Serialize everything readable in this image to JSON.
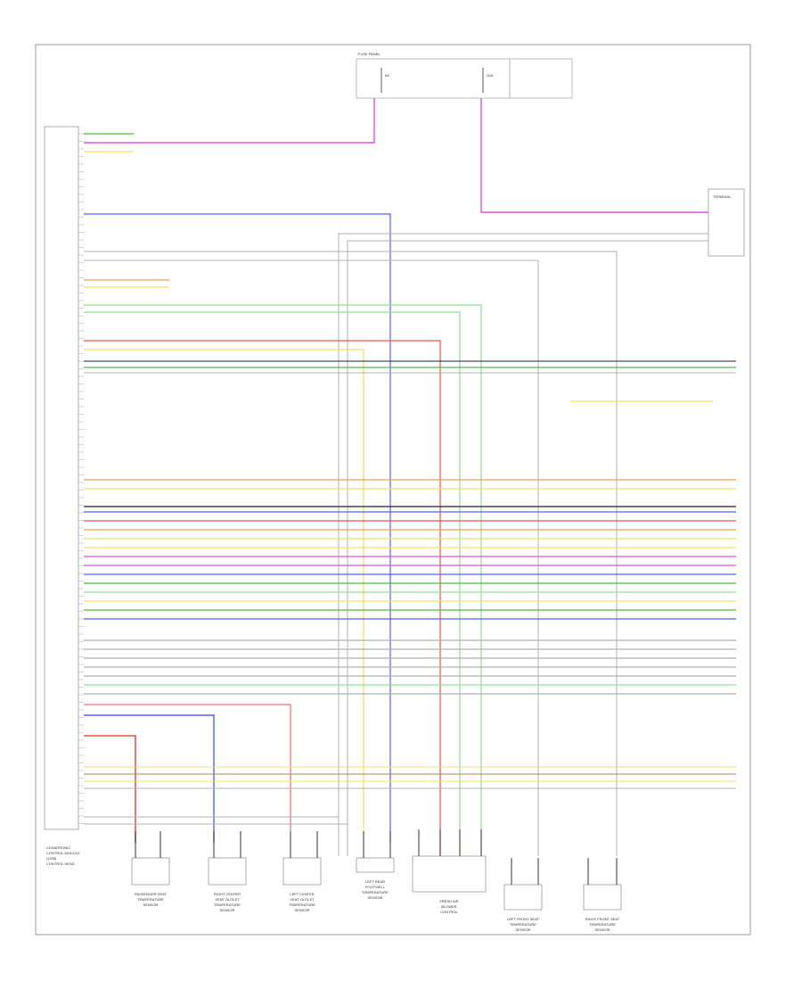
{
  "colors": {
    "frame": "#888888",
    "black": "#222222",
    "red": "#f05050",
    "pink": "#e050e0",
    "blue": "#5060ff",
    "green": "#40c040",
    "yellow": "#f0e060",
    "orange": "#f0a040",
    "gray": "#b0b0b0",
    "brown": "#b08050",
    "lightgreen": "#90e090"
  },
  "module": {
    "name_lines": [
      "CLIMATRONIC",
      "CONTROL MODULE",
      "(J255)",
      "CONTROL HEAD"
    ]
  },
  "fuse_panel": {
    "title": "FUSE PANEL",
    "fuses": [
      {
        "rating": "5A"
      },
      {
        "rating": "10A"
      }
    ]
  },
  "right_connector": {
    "title": "TERMINAL"
  },
  "components": [
    {
      "name_lines": [
        "PASSENGER SEAT",
        "TEMPERATURE",
        "SENSOR"
      ]
    },
    {
      "name_lines": [
        "RIGHT CENTER",
        "VENT OUTLET",
        "TEMPERATURE",
        "SENSOR"
      ]
    },
    {
      "name_lines": [
        "LEFT CENTER",
        "VENT OUTLET",
        "TEMPERATURE",
        "SENSOR"
      ]
    },
    {
      "name_lines": [
        "LEFT REAR",
        "FOOTWELL",
        "TEMPERATURE",
        "SENSOR"
      ]
    },
    {
      "name_lines": [
        "FRESH AIR",
        "BLOWER",
        "CONTROL"
      ]
    },
    {
      "name_lines": [
        "LEFT FRONT SEAT",
        "TEMPERATURE",
        "SENSOR"
      ]
    },
    {
      "name_lines": [
        "RIGHT FRONT SEAT",
        "TEMPERATURE",
        "SENSOR"
      ]
    }
  ]
}
